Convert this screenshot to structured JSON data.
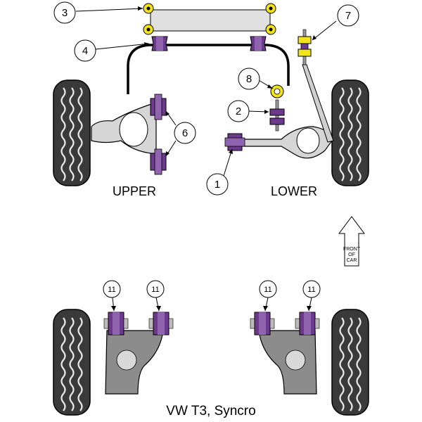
{
  "colors": {
    "bush_purple": "#6b3a8c",
    "bush_light": "#8f63ad",
    "bush_dark": "#4a2566",
    "yellow": "#f2e31a",
    "tire": "#3a3a3a",
    "tire_tread": "#e8e8e8",
    "arm_fill": "#d6d6d6",
    "rear_arm_fill": "#8c8c8c",
    "outline": "#000000"
  },
  "labels": {
    "upper": "UPPER",
    "lower": "LOWER",
    "front_line1": "FRONT",
    "front_line2": "OF",
    "front_line3": "CAR",
    "caption": "VW T3, Syncro"
  },
  "callouts": [
    {
      "id": "c3",
      "text": "3"
    },
    {
      "id": "c4",
      "text": "4"
    },
    {
      "id": "c7",
      "text": "7"
    },
    {
      "id": "c8",
      "text": "8"
    },
    {
      "id": "c2",
      "text": "2"
    },
    {
      "id": "c6",
      "text": "6"
    },
    {
      "id": "c1",
      "text": "1"
    },
    {
      "id": "c11a",
      "text": "11"
    },
    {
      "id": "c11b",
      "text": "11"
    },
    {
      "id": "c11c",
      "text": "11"
    },
    {
      "id": "c11d",
      "text": "11"
    }
  ],
  "icons": {
    "tire": "tire-icon",
    "bush": "bush-icon",
    "arrow": "arrow-up-icon"
  }
}
